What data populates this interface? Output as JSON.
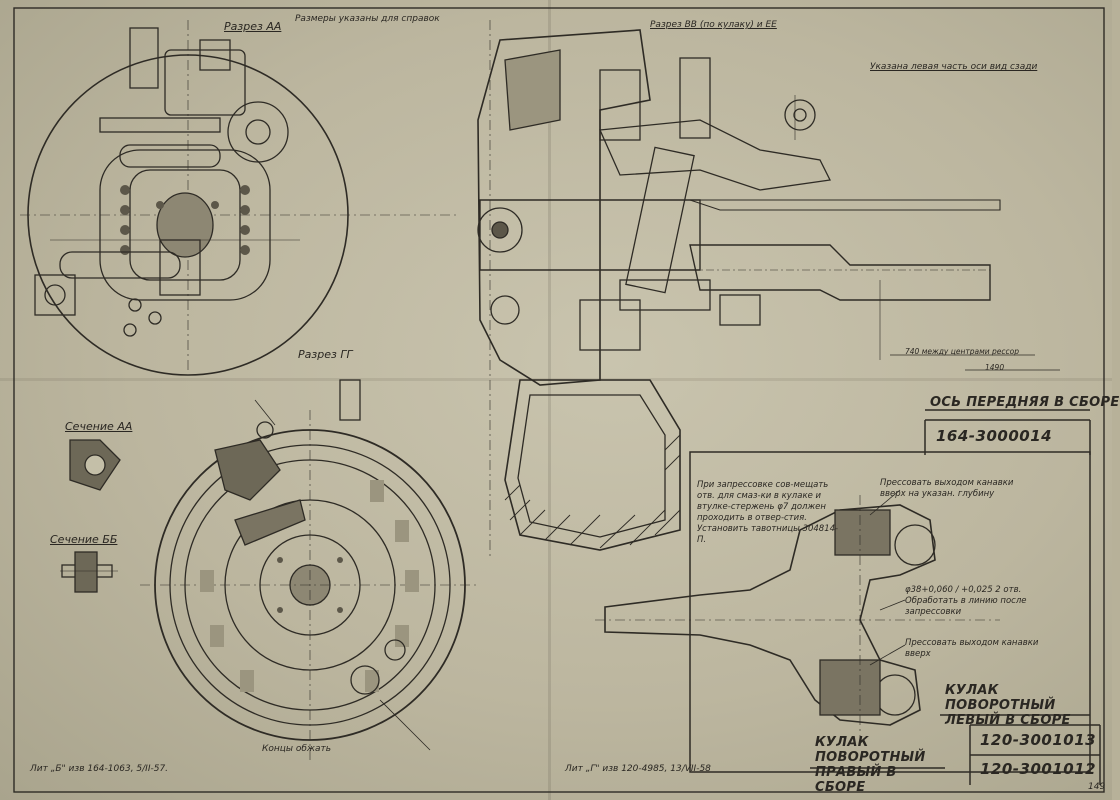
{
  "header": {
    "note_sizes": "Размеры указаны для справок",
    "section_aa_title": "Разрез АА",
    "section_vv_title": "Разрез ВВ (по кулаку) и ЕЕ",
    "left_axis_note": "Указана левая часть оси вид сзади"
  },
  "sections": {
    "gg_title": "Разрез ГГ",
    "cross_aa": "Сечение АА",
    "cross_bb": "Сечение ББ",
    "ends_bend": "Концы обжать"
  },
  "axle": {
    "dim_740": "740 между центрами рессор",
    "dim_1490": "1490",
    "title": "ОСЬ ПЕРЕДНЯЯ В СБОРЕ",
    "code": "164-3000014"
  },
  "notes": {
    "press_note": "При запрессовке сов-мещать отв. для смаз-ки в кулаке и втулке-стержень φ7 должен проходить в отвер-стия. Установить тавотницы 304814-П.",
    "press_groove_top": "Прессовать выходом канавки вверх на указан. глубину",
    "bore_note": "φ38+0,060 / +0,025  2 отв. Обработать в линию после запрессовки",
    "press_groove_bottom": "Прессовать выходом канавки вверх"
  },
  "knuckles": {
    "left_title": "КУЛАК ПОВОРОТНЫЙ ЛЕВЫЙ В СБОРЕ",
    "left_code": "120-3001013",
    "right_title": "КУЛАК ПОВОРОТНЫЙ ПРАВЫЙ В СБОРЕ",
    "right_code": "120-3001012"
  },
  "footer": {
    "left_ref": "Лит „Б\" изв 164-1063, 5/II-57.",
    "right_ref": "Лит „Г\" изв 120-4985, 13/VII-58",
    "page_num": "149"
  },
  "colors": {
    "paper": "#c4bfa8",
    "ink": "#2a2722"
  }
}
